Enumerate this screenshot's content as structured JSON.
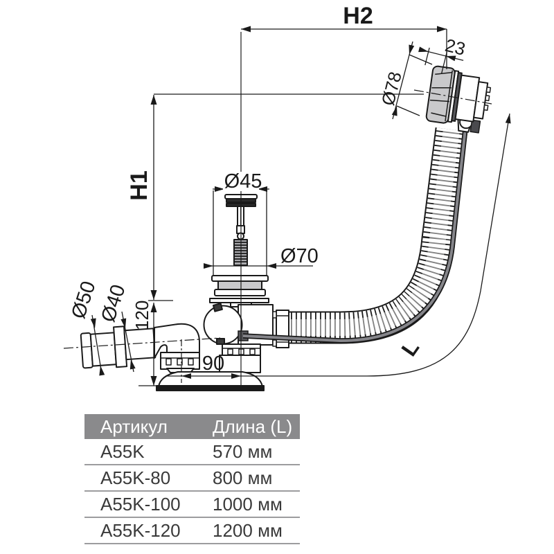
{
  "diagram": {
    "labels": {
      "h2": "H2",
      "h1": "H1",
      "dia45": "Ø45",
      "dia70": "Ø70",
      "dia50": "Ø50",
      "dia40": "Ø40",
      "dia78": "Ø78",
      "width23": "23",
      "height120": "120",
      "width90": "90",
      "hose_length": "L"
    }
  },
  "table": {
    "header": {
      "article": "Артикул",
      "length": "Длина (L)"
    },
    "rows": [
      {
        "article": "A55K",
        "length": "570 мм"
      },
      {
        "article": "A55K-80",
        "length": "800 мм"
      },
      {
        "article": "A55K-100",
        "length": "1000 мм"
      },
      {
        "article": "A55K-120",
        "length": "1200 мм"
      }
    ]
  },
  "colors": {
    "line": "#1a1a1a",
    "gray_fill": "#c9c9cb",
    "dark_fill": "#58585c",
    "cable": "#85858a",
    "header_bg": "#8a8a8c",
    "header_text": "#ffffff",
    "row_text": "#3a3a3a",
    "separator": "#9c9c9e"
  }
}
